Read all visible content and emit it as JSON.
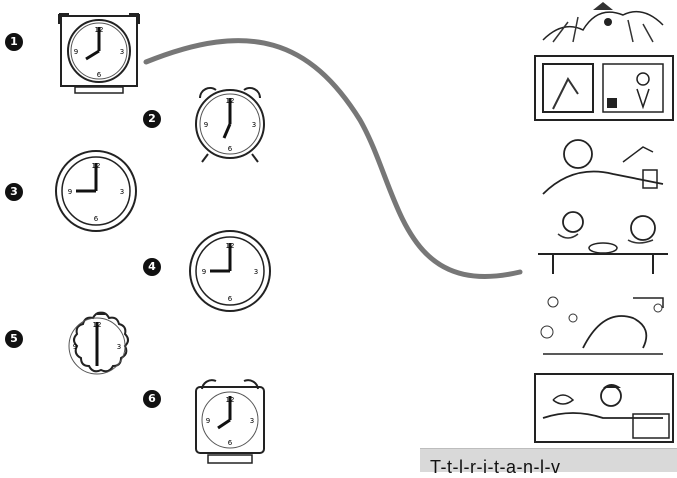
{
  "items": [
    {
      "number": "1",
      "clock_type": "square-clock",
      "time": "8:00"
    },
    {
      "number": "2",
      "clock_type": "alarm-clock",
      "time": "7:00"
    },
    {
      "number": "3",
      "clock_type": "round-clock",
      "time": "9:00"
    },
    {
      "number": "4",
      "clock_type": "round-clock",
      "time": "9:00"
    },
    {
      "number": "5",
      "clock_type": "flower-clock",
      "time": "6:00"
    },
    {
      "number": "6",
      "clock_type": "alarm-clock",
      "time": "8:00"
    }
  ],
  "pictures": [
    "tree-scene",
    "window-scene",
    "desk-scene",
    "table-scene",
    "bath-scene",
    "bed-scene"
  ],
  "caption": "T-t-l-r-i-t-a-n-l-v"
}
